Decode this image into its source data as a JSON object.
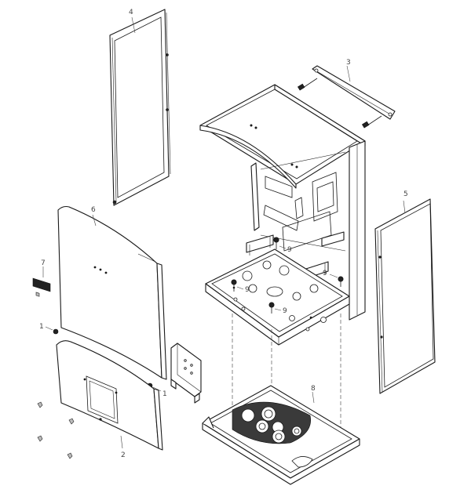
{
  "callouts": {
    "c1a": "1",
    "c1b": "1",
    "c2": "2",
    "c3": "3",
    "c4": "4",
    "c5": "5",
    "c6": "6",
    "c7": "7",
    "c8": "8",
    "c9a": "9",
    "c9b": "9",
    "c9c": "9",
    "c9d": "9"
  }
}
